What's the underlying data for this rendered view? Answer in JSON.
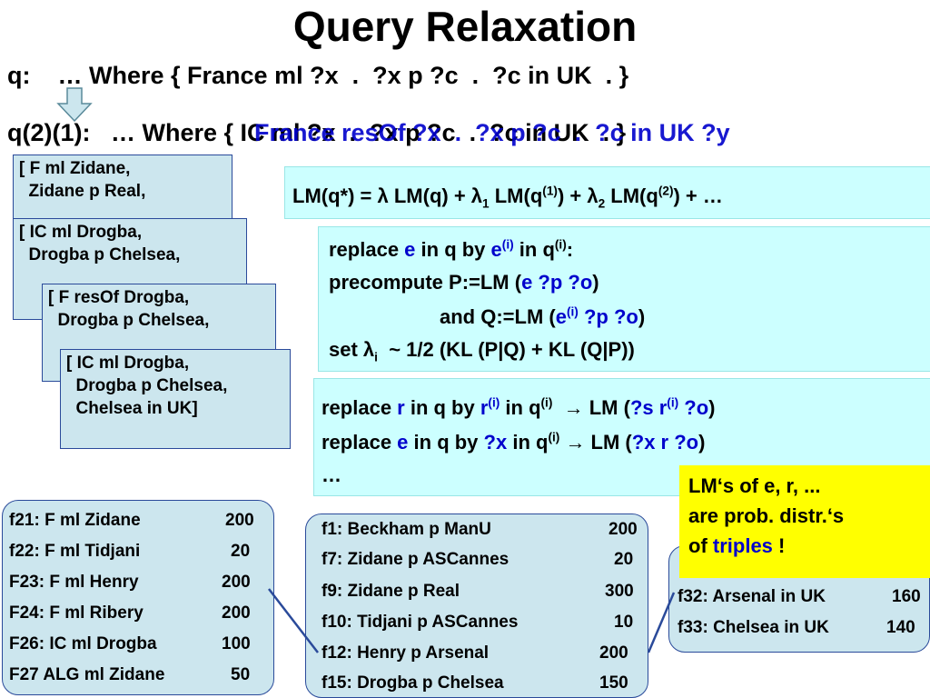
{
  "title": "Query Relaxation",
  "query": {
    "label": "q:",
    "text": "… Where { France ml ?x  .  ?x p ?c  .  ?c in UK  . }"
  },
  "query_relaxed": {
    "label_overlap": "q(2)(1):",
    "text_overlap": "… Where { IC ml ?x  .  ?x p ?c  .  ?c in UK  . }",
    "overlay_text": "France resOf ?x  .  ?x p ?c  .  ?c in UK ?y"
  },
  "lm_formula": {
    "pre": "LM(q*) = ",
    "lambda": "λ",
    "mid1": " LM(q) + ",
    "lambda1": "λ",
    "sub1": "1",
    "mid2": " LM(q",
    "sup1": "(1)",
    "mid3": ") + ",
    "lambda2": "λ",
    "sub2": "2",
    "mid4": " LM(q",
    "sup2": "(2)",
    "end": ") + …"
  },
  "replace_block": {
    "l1_a": "replace ",
    "l1_e": "e",
    "l1_b": " in q by ",
    "l1_e2": "e",
    "l1_sup": "(i)",
    "l1_c": " in q",
    "l1_sup2": "(i)",
    "l1_d": ":",
    "l2_a": "precompute P:=LM (",
    "l2_b": "e ?p ?o",
    "l2_c": ")",
    "l3_a": "and Q:=LM (",
    "l3_b": "e",
    "l3_sup": "(i)",
    "l3_c": " ?p ?o",
    "l3_d": ")",
    "l4_a": "set ",
    "l4_lambda": "λ",
    "l4_sub": "i",
    "l4_b": "  ~ 1/2 (KL (P|Q) + KL (Q|P))"
  },
  "replace_block2": {
    "l1_a": "replace ",
    "l1_r": "r",
    "l1_b": " in q by ",
    "l1_r2": "r",
    "l1_sup": "(i)",
    "l1_c": " in q",
    "l1_sup2": "(i)",
    "l1_arrow": "  → LM (",
    "l1_d": "?s r",
    "l1_sup3": "(i)",
    "l1_e": " ?o",
    "l1_f": ")",
    "l2_a": "replace ",
    "l2_e": "e",
    "l2_b": " in q by ",
    "l2_x": "?x",
    "l2_c": " in q",
    "l2_sup": "(i)",
    "l2_arrow": " → LM (",
    "l2_d": "?x r ?o",
    "l2_f": ")",
    "l3": "…"
  },
  "cards": [
    {
      "lines": [
        "[ F ml Zidane,",
        "  Zidane p Real,"
      ]
    },
    {
      "lines": [
        "[ IC ml Drogba,",
        "  Drogba p Chelsea,"
      ]
    },
    {
      "lines": [
        "[ F resOf Drogba,",
        "  Drogba p Chelsea,"
      ]
    },
    {
      "lines": [
        "[ IC ml Drogba,",
        "  Drogba p Chelsea,",
        "  Chelsea in UK]"
      ]
    }
  ],
  "callout": {
    "l1": "LM‘s of e, r, ...",
    "l2": "are prob. distr.‘s",
    "l3a": "of ",
    "l3b": "triples",
    "l3c": " !"
  },
  "facts_ml": [
    {
      "fact": "f21: F ml Zidane",
      "count": "200"
    },
    {
      "fact": "f22: F ml Tidjani",
      "count": "20"
    },
    {
      "fact": "F23: F ml Henry",
      "count": "200"
    },
    {
      "fact": "F24: F ml Ribery",
      "count": "200"
    },
    {
      "fact": "F26: IC ml Drogba",
      "count": "100"
    },
    {
      "fact": "F27 ALG ml Zidane",
      "count": "50"
    }
  ],
  "facts_p": [
    {
      "fact": "f1: Beckham p ManU",
      "count": "200"
    },
    {
      "fact": "f7: Zidane p ASCannes",
      "count": "20"
    },
    {
      "fact": "f9: Zidane p Real",
      "count": "300"
    },
    {
      "fact": "f10: Tidjani p ASCannes",
      "count": "10"
    },
    {
      "fact": "f12: Henry p Arsenal",
      "count": "200"
    },
    {
      "fact": "f15: Drogba p Chelsea",
      "count": "150"
    }
  ],
  "facts_in": [
    {
      "fact": "f32: Arsenal in UK",
      "count": "160"
    },
    {
      "fact": "f33: Chelsea in UK",
      "count": "140"
    }
  ],
  "colors": {
    "blue": "#0000cc",
    "cyan": "#ccffff",
    "card": "#cce6ee",
    "yellow": "#ffff00",
    "line": "#2a4a9a"
  }
}
